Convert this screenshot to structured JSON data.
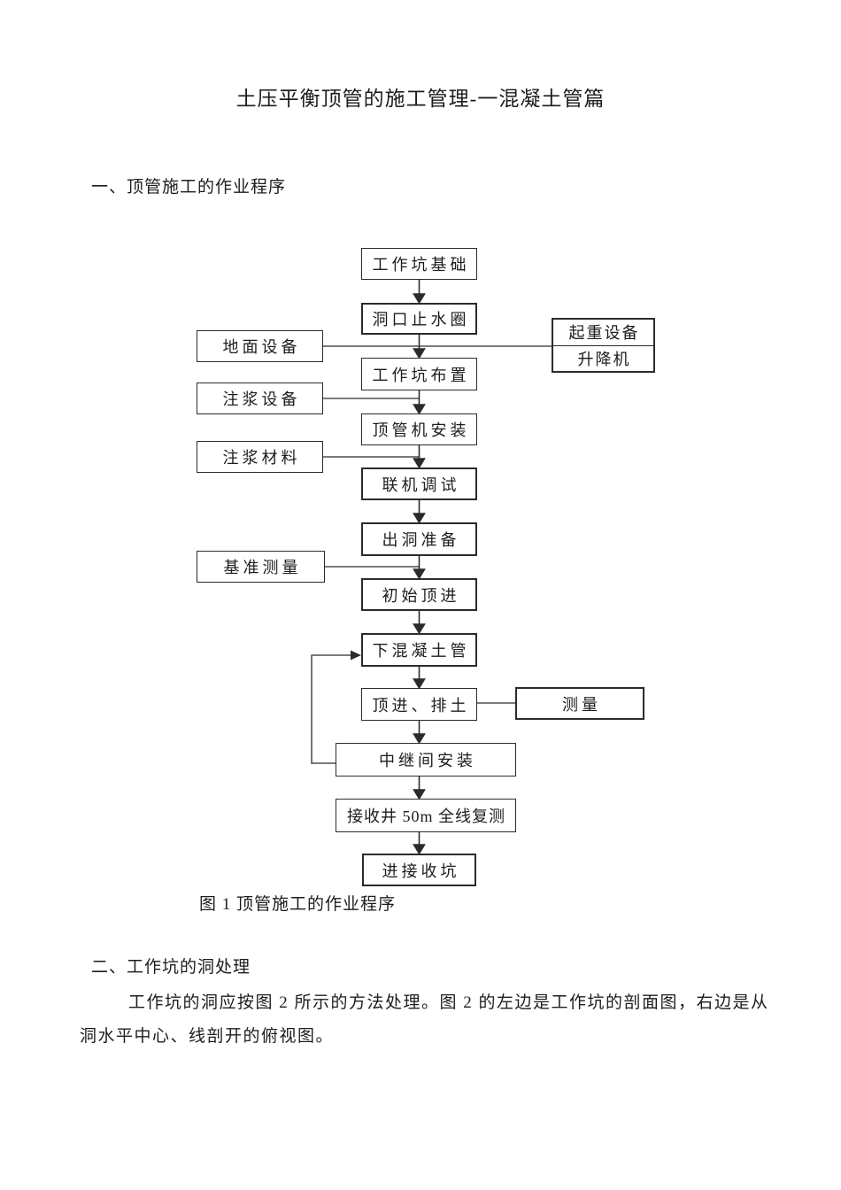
{
  "document": {
    "title": "土压平衡顶管的施工管理-一混凝土管篇",
    "section1_heading": "一、顶管施工的作业程序",
    "figure1_caption": "图 1 顶管施工的作业程序",
    "section2_heading": "二、工作坑的洞处理",
    "paragraph_lines": [
      "工作坑的洞应按图 2 所示的方法处理。图 2 的左边是工作坑的剖面图，右边是从",
      "洞水平中心、线剖开的俯视图。"
    ]
  },
  "flowchart": {
    "steps": [
      {
        "label": "工作坑基础"
      },
      {
        "label": "洞口止水圈"
      },
      {
        "label": "工作坑布置"
      },
      {
        "label": "顶管机安装"
      },
      {
        "label": "联机调试"
      },
      {
        "label": "出洞准备"
      },
      {
        "label": "初始顶进"
      },
      {
        "label": "下混凝土管"
      },
      {
        "label": "顶进、排土"
      },
      {
        "label": "中继间安装"
      },
      {
        "label": "接收井 50m 全线复测"
      },
      {
        "label": "进接收坑"
      }
    ],
    "side_inputs": [
      {
        "label": "地面设备"
      },
      {
        "label": "注浆设备"
      },
      {
        "label": "注浆材料"
      },
      {
        "label": "基准测量"
      }
    ],
    "lifting_equipment_box": {
      "rows": [
        "起重设备",
        "升降机"
      ]
    },
    "survey_box": {
      "label": "测量"
    },
    "side_connections": [
      {
        "left": "地面设备",
        "attaches_between": [
          "洞口止水圈",
          "工作坑布置"
        ],
        "right_end": "起重设备/升降机"
      },
      {
        "left": "注浆设备",
        "attaches_between": [
          "工作坑布置",
          "顶管机安装"
        ]
      },
      {
        "left": "注浆材料",
        "attaches_between": [
          "顶管机安装",
          "联机调试"
        ]
      },
      {
        "left": "基准测量",
        "attaches_between": [
          "出洞准备",
          "初始顶进"
        ]
      },
      {
        "right": "测量",
        "attaches_to": "顶进、排土"
      },
      {
        "loop_from": "中继间安装",
        "loop_to": "下混凝土管"
      }
    ],
    "colors": {
      "ink": "#1d1d1d",
      "line": "#2b2b2b",
      "background": "#ffffff"
    }
  }
}
